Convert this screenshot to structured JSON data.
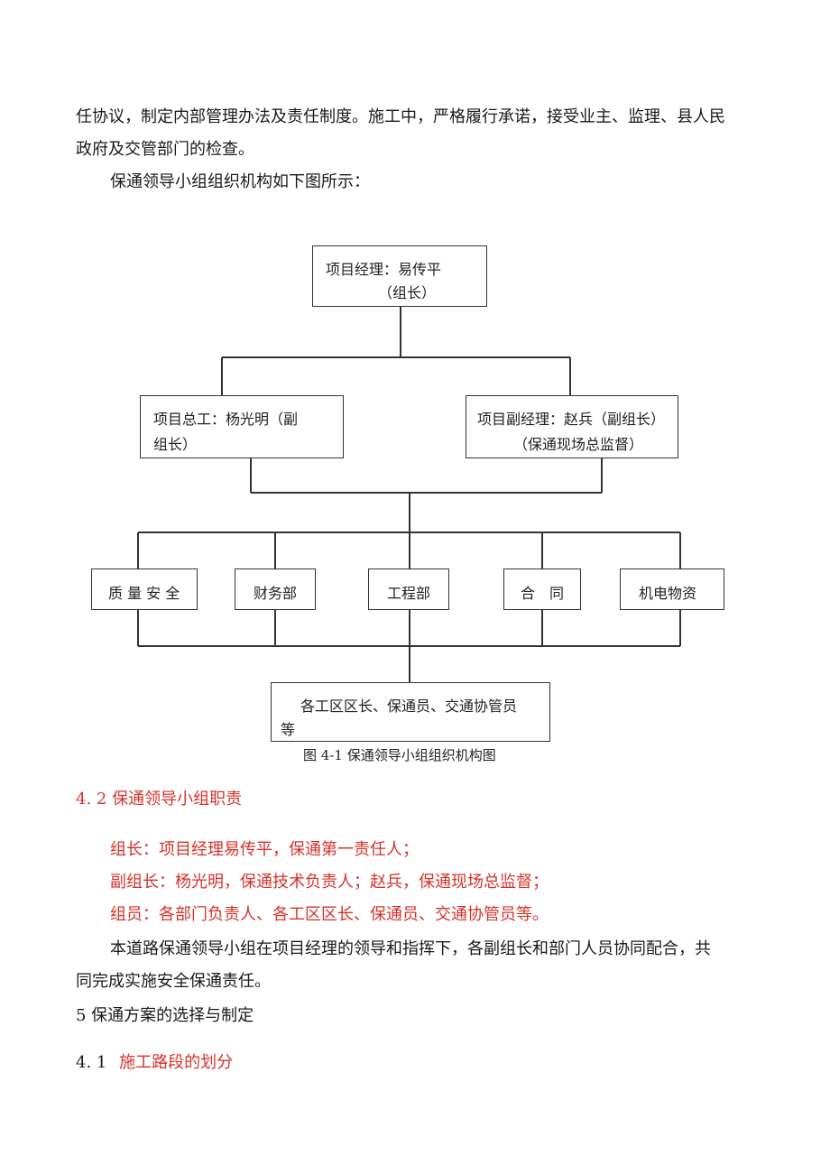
{
  "intro": {
    "line1": "任协议，制定内部管理办法及责任制度。施工中，严格履行承诺，接受业主、监理、县人民",
    "line2": "政府及交管部门的检查。",
    "line3": "保通领导小组组织机构如下图所示："
  },
  "org": {
    "leader": {
      "line1": "项目经理：易传平",
      "line2": "（组长）"
    },
    "deputy_left": {
      "line1": "项目总工：杨光明（副",
      "line2": "组长）"
    },
    "deputy_right": {
      "line1": "项目副经理：赵兵（副组长）",
      "line2": "（保通现场总监督）"
    },
    "departments": [
      "质 量 安 全",
      "财务部",
      "工程部",
      "合　同",
      "机电物资"
    ],
    "bottom": {
      "line1": "各工区区长、保通员、交通协管员",
      "line2": "等"
    }
  },
  "caption": "图 4-1 保通领导小组组织机构图",
  "section_4_2": {
    "heading": "4. 2 保通领导小组职责",
    "items": [
      "组长：项目经理易传平，保通第一责任人；",
      "副组长：杨光明，保通技术负责人；赵兵，保通现场总监督；",
      "组员：各部门负责人、各工区区长、保通员、交通协管员等。"
    ],
    "body_line1": "本道路保通领导小组在项目经理的领导和指挥下，各副组长和部门人员协同配合，共",
    "body_line2": "同完成实施安全保通责任。"
  },
  "section_5": {
    "heading": "5 保通方案的选择与制定"
  },
  "section_4_1": {
    "number": "4. 1",
    "title": "施工路段的划分"
  }
}
